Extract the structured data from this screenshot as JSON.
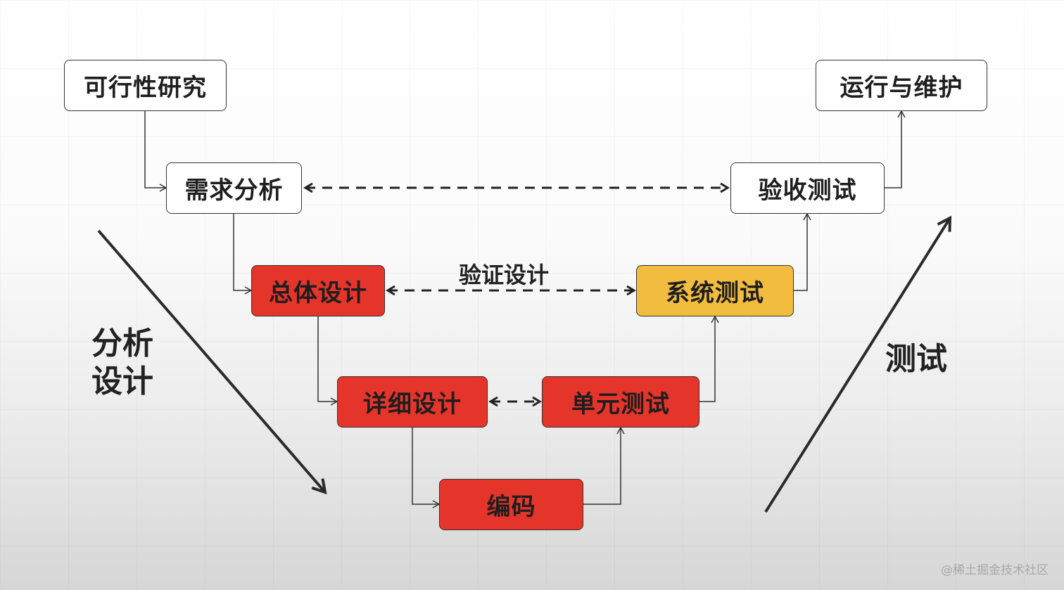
{
  "nodes": {
    "feasibility": "可行性研究",
    "requirements": "需求分析",
    "overall_design": "总体设计",
    "detailed_design": "详细设计",
    "coding": "编码",
    "unit_test": "单元测试",
    "system_test": "系统测试",
    "acceptance_test": "验收测试",
    "operation": "运行与维护"
  },
  "labels": {
    "verify_design": "验证设计",
    "analysis_line1": "分析",
    "analysis_line2": "设计",
    "testing": "测试"
  },
  "watermark": "@稀土掘金技术社区",
  "colors": {
    "red": "#e5352b",
    "yellow": "#f2bd3f",
    "white": "#ffffff",
    "line": "#333333"
  }
}
